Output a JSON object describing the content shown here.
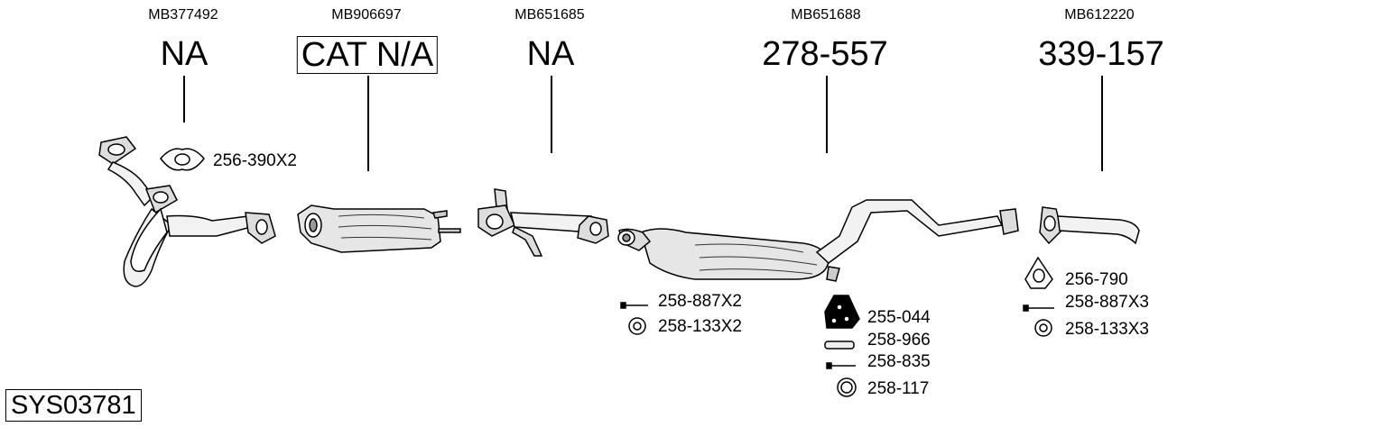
{
  "parts": [
    {
      "oem": "MB377492",
      "ref": "NA"
    },
    {
      "oem": "MB906697",
      "ref": "CAT N/A"
    },
    {
      "oem": "MB651685",
      "ref": "NA"
    },
    {
      "oem": "MB651688",
      "ref": "278-557"
    },
    {
      "oem": "MB612220",
      "ref": "339-157"
    }
  ],
  "accessories": {
    "gasket_front": "256-390X2",
    "bolt_mid": "258-887X2",
    "spring_mid": "258-133X2",
    "hanger": "255-044",
    "clamp_sleeve": "258-966",
    "bolt_rear": "258-835",
    "ring": "258-117",
    "gasket_rear": "256-790",
    "bolt_tail": "258-887X3",
    "spring_tail": "258-133X3"
  },
  "system_code": "SYS03781"
}
